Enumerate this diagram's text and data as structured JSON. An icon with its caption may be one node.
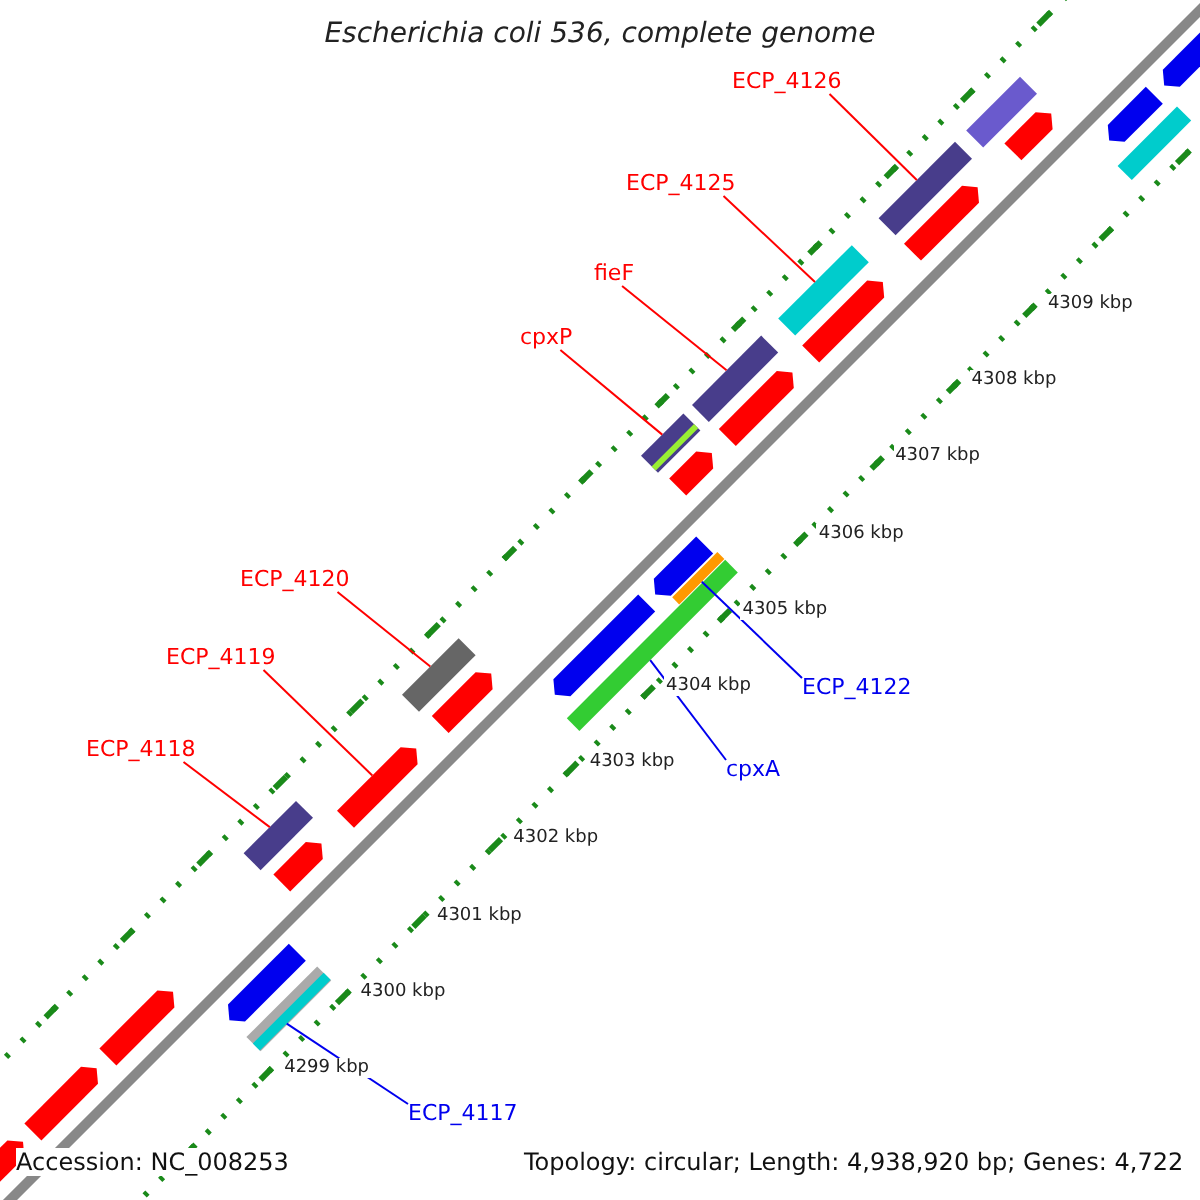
{
  "diagram": {
    "title": "Escherichia coli 536, complete genome",
    "nodes": [
      {
        "text": [
          "ECP_4126"
        ]
      },
      {
        "text": [],
        "shape": "bar"
      },
      {
        "text": [
          "ECP_4125"
        ]
      },
      {
        "text": [],
        "shape": "bar"
      },
      {
        "text": [
          "fieF"
        ]
      },
      {
        "text": [],
        "shape": "bar"
      },
      {
        "text": [
          "cpxP"
        ]
      },
      {
        "text": [],
        "shape": "bar"
      },
      {
        "text": [
          "ECP_4120"
        ]
      },
      {
        "text": [],
        "shape": "bar"
      },
      {
        "text": [
          "ECP_4119"
        ]
      },
      {
        "text": [],
        "shape": "bar"
      },
      {
        "text": [
          "ECP_4118"
        ]
      },
      {
        "text": [],
        "shape": "bar"
      },
      {
        "text": [
          "ECP_4122"
        ]
      },
      {
        "text": [],
        "shape": "bar"
      },
      {
        "text": [
          "cpxA"
        ]
      },
      {
        "text": [],
        "shape": "bar"
      },
      {
        "text": [
          "ECP_4117"
        ]
      },
      {
        "text": [],
        "shape": "bar"
      },
      {
        "text": [],
        "shape": "bar"
      },
      {
        "text": [],
        "shape": "bar"
      },
      {
        "text": [],
        "shape": "bar"
      },
      {
        "text": [],
        "shape": "bar"
      },
      {
        "text": [],
        "shape": "bar"
      },
      {
        "text": [],
        "shape": "bar"
      },
      {
        "text": [],
        "shape": "bar"
      },
      {
        "text": [],
        "shape": "bar"
      },
      {
        "text": [],
        "shape": "bar"
      },
      {
        "text": [],
        "shape": "bar"
      },
      {
        "text": [],
        "shape": "bar"
      },
      {
        "text": [],
        "shape": "bar"
      },
      {
        "text": [],
        "shape": "bar"
      },
      {
        "text": [],
        "shape": "bar"
      },
      {
        "text": [],
        "shape": "bar"
      },
      {
        "text": [],
        "shape": "bar"
      },
      {
        "text": [],
        "shape": "bar"
      }
    ],
    "edges": [
      {
        "from": 0,
        "to": 1,
        "arrow": "none"
      },
      {
        "from": 2,
        "to": 3,
        "arrow": "none"
      },
      {
        "from": 4,
        "to": 5,
        "arrow": "none"
      },
      {
        "from": 6,
        "to": 7,
        "arrow": "none"
      },
      {
        "from": 8,
        "to": 9,
        "arrow": "none"
      },
      {
        "from": 10,
        "to": 11,
        "arrow": "none"
      },
      {
        "from": 12,
        "to": 13,
        "arrow": "none"
      },
      {
        "from": 14,
        "to": 15,
        "arrow": "none",
        "color": "#0000ee"
      },
      {
        "from": 16,
        "to": 17,
        "arrow": "none",
        "color": "#0000ee"
      },
      {
        "from": 18,
        "to": 19,
        "arrow": "none",
        "color": "#0000ee"
      }
    ],
    "labels": [
      "4309 kbp",
      "4308 kbp",
      "4307 kbp",
      "4306 kbp",
      "4305 kbp",
      "4304 kbp",
      "4303 kbp",
      "4302 kbp",
      "4301 kbp",
      "4300 kbp",
      "4299 kbp",
      "Accession: NC_008253",
      "Topology: circular; Length: 4,938,920 bp; Genes: 4,722"
    ]
  }
}
